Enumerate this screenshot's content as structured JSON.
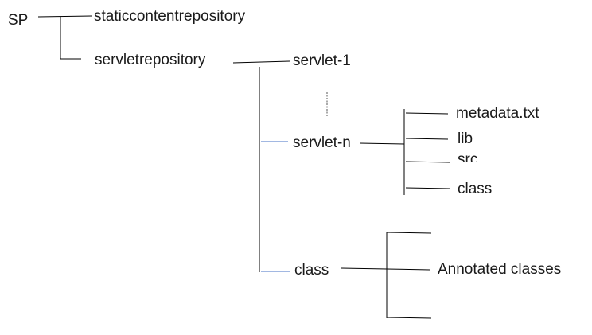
{
  "diagram": {
    "root": "SP",
    "level1": {
      "static": "staticcontentrepository",
      "servlet": "servletrepository"
    },
    "servlets": {
      "first": "servlet-1",
      "nth": "servlet-n",
      "class": "class"
    },
    "servlet_n_children": [
      "metadata.txt",
      "lib",
      "src",
      "class"
    ],
    "class_children": {
      "annotated": "Annotated classes"
    }
  },
  "colors": {
    "line": "#000000",
    "accent_line": "#4472c4",
    "text": "#1a1a1a"
  }
}
